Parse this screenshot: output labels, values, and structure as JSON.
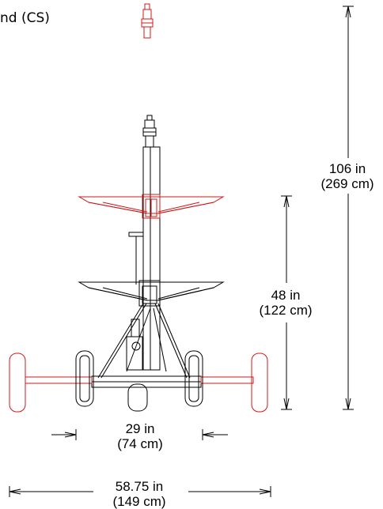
{
  "title": "nd (CS)",
  "dimensions": {
    "overall_height": {
      "value": "106 in",
      "metric": "(269 cm)"
    },
    "tray_height": {
      "value": "48 in",
      "metric": "(122 cm)"
    },
    "inner_width": {
      "value": "29 in",
      "metric": "(74 cm)"
    },
    "overall_width": {
      "value": "58.75 in",
      "metric": "(149 cm)"
    }
  },
  "colors": {
    "line": "#000000",
    "accent": "#d01818"
  }
}
